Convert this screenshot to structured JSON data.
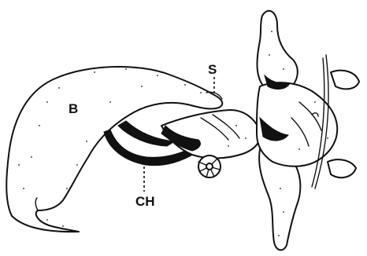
{
  "labels": {
    "b": "B",
    "s": "S",
    "ch": "CH"
  },
  "colors": {
    "ink": "#111111",
    "paper": "#ffffff"
  }
}
